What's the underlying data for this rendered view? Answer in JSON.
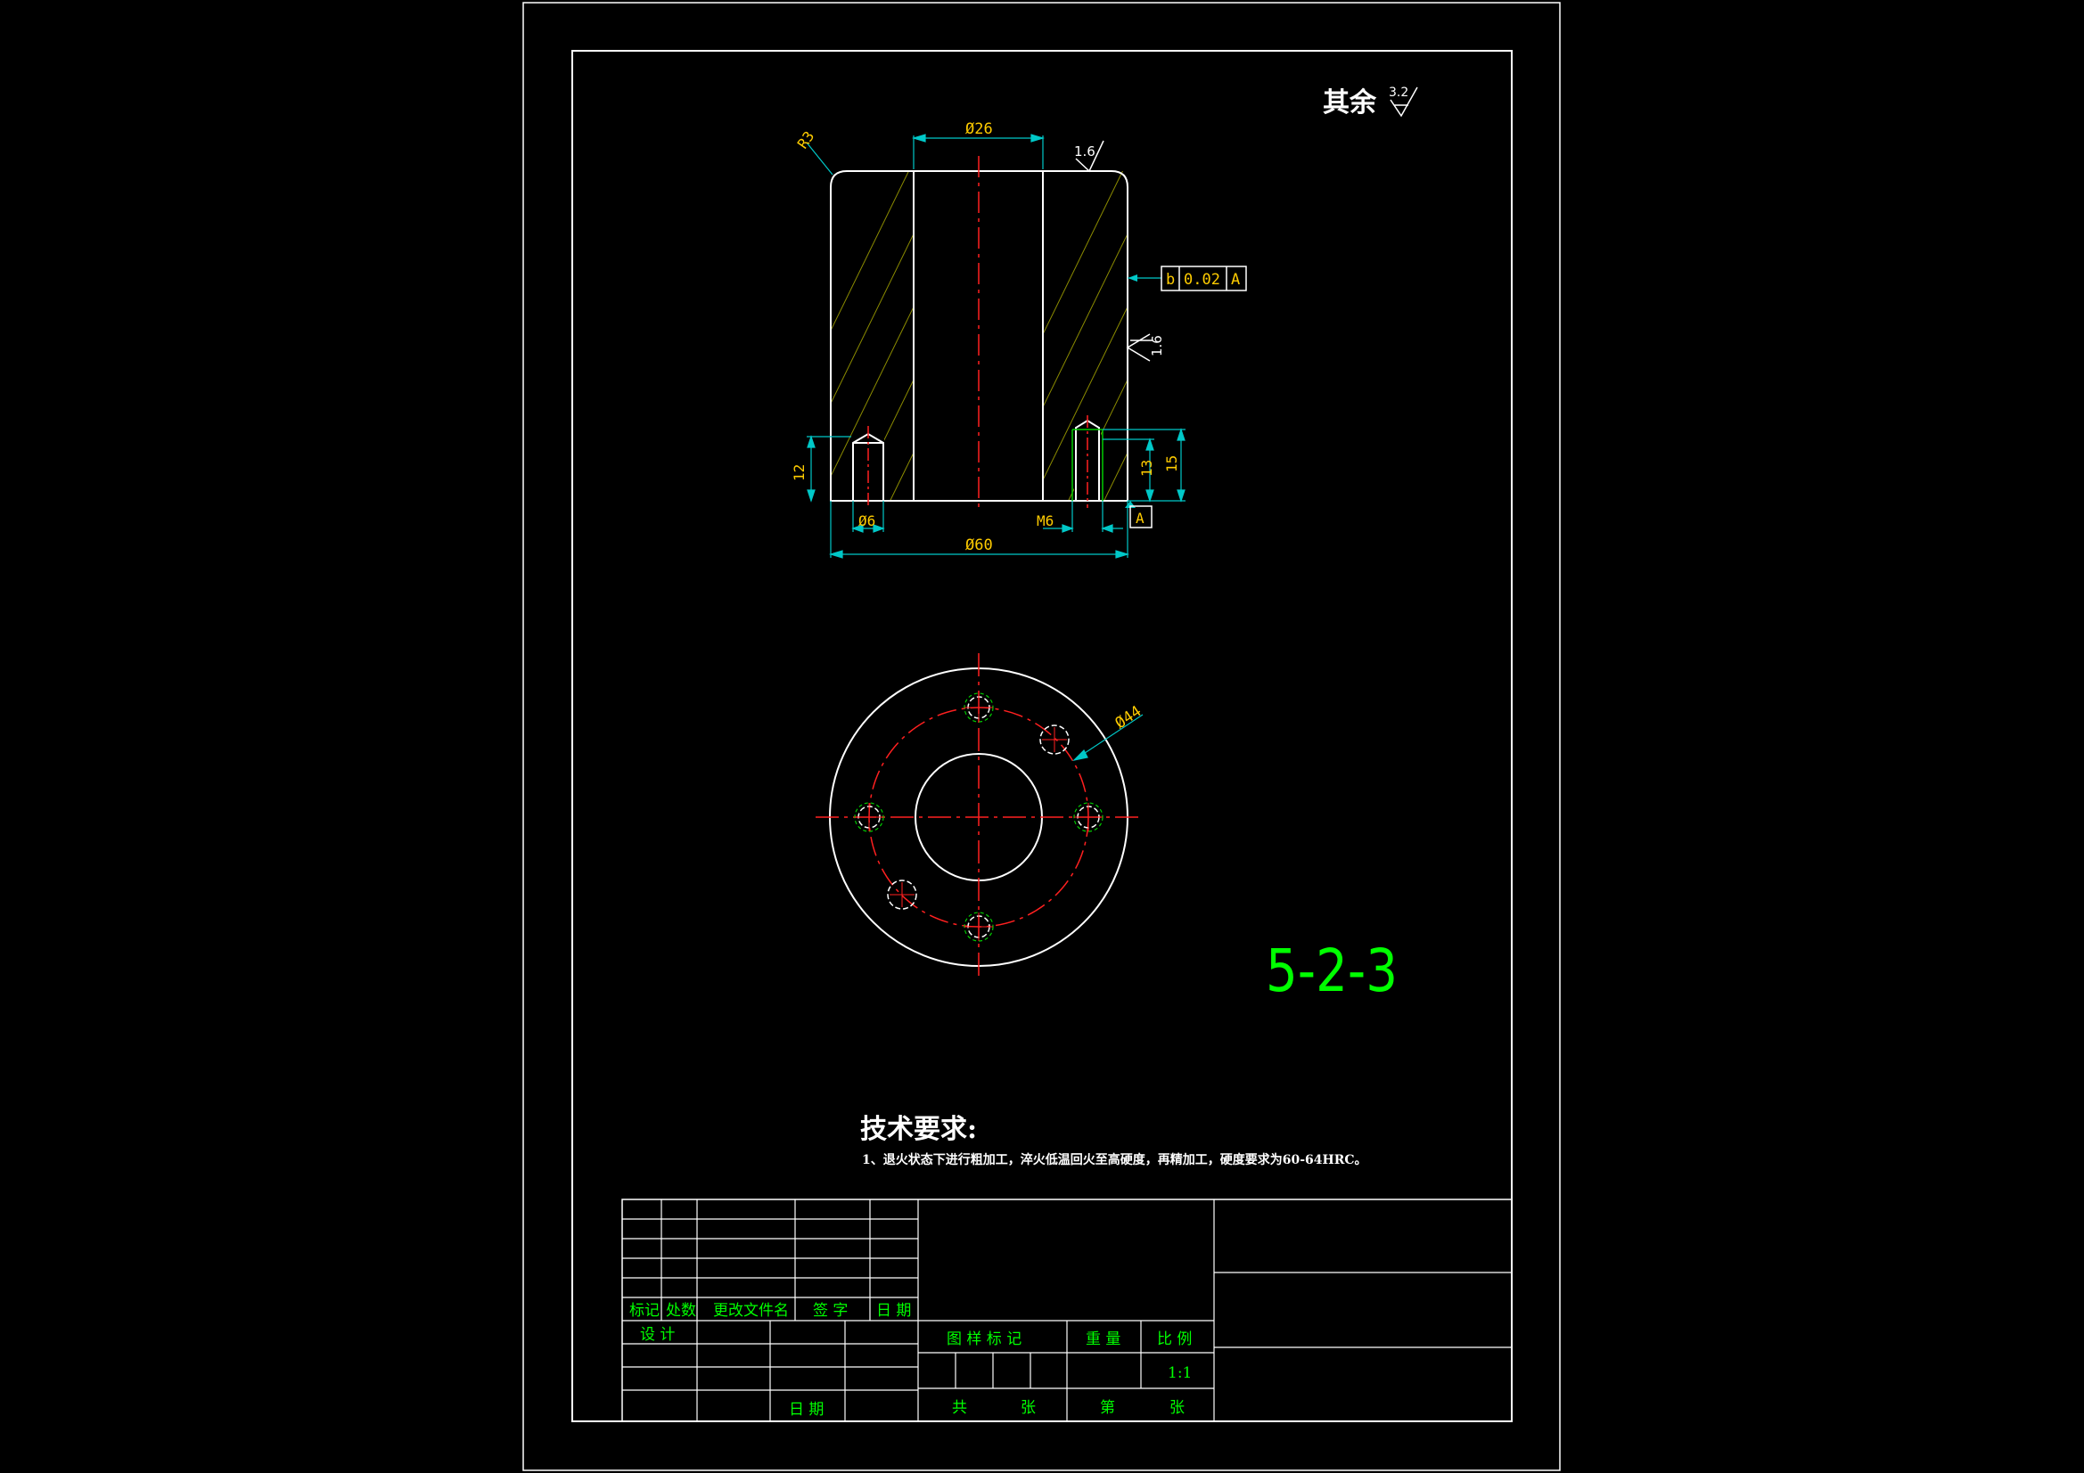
{
  "colors": {
    "background": "#000000",
    "outline": "#ffffff",
    "centerline": "#ff2020",
    "dimension_line": "#00c8c8",
    "dimension_text": "#ffcc00",
    "hatch": "#ffff00",
    "title_block_text": "#00ff00",
    "thread": "#00cc00"
  },
  "roughness_note": {
    "label": "其余",
    "value": "3.2"
  },
  "front_view": {
    "chamfer": "R3",
    "bore": "Ø26",
    "surface_top": "1.6",
    "surface_side": "1.6",
    "tolerance_frame": {
      "symbol": "b",
      "value": "0.02",
      "datum": "A"
    },
    "hole_depth": "12",
    "thread_depth": "13",
    "thread_hole_depth": "15",
    "hole_dia": "Ø6",
    "thread": "M6",
    "datum": "A",
    "outer_dia": "Ø60"
  },
  "top_view": {
    "pitch_circle": "Ø44"
  },
  "drawing_number": "5-2-3",
  "tech_requirements": {
    "title": "技术要求:",
    "items": [
      "1、退火状态下进行粗加工，淬火低温回火至高硬度，再精加工，硬度要求为60-64HRC。"
    ]
  },
  "title_block": {
    "revision_headers": [
      "标记",
      "处数",
      "更改文件名",
      "签 字",
      "日 期"
    ],
    "design": "设 计",
    "date": "日 期",
    "marking": "图 样 标 记",
    "weight": "重 量",
    "ratio": "比 例",
    "ratio_value": "1:1",
    "total": "共",
    "sheets": "张",
    "page": "第",
    "sheet": "张"
  }
}
